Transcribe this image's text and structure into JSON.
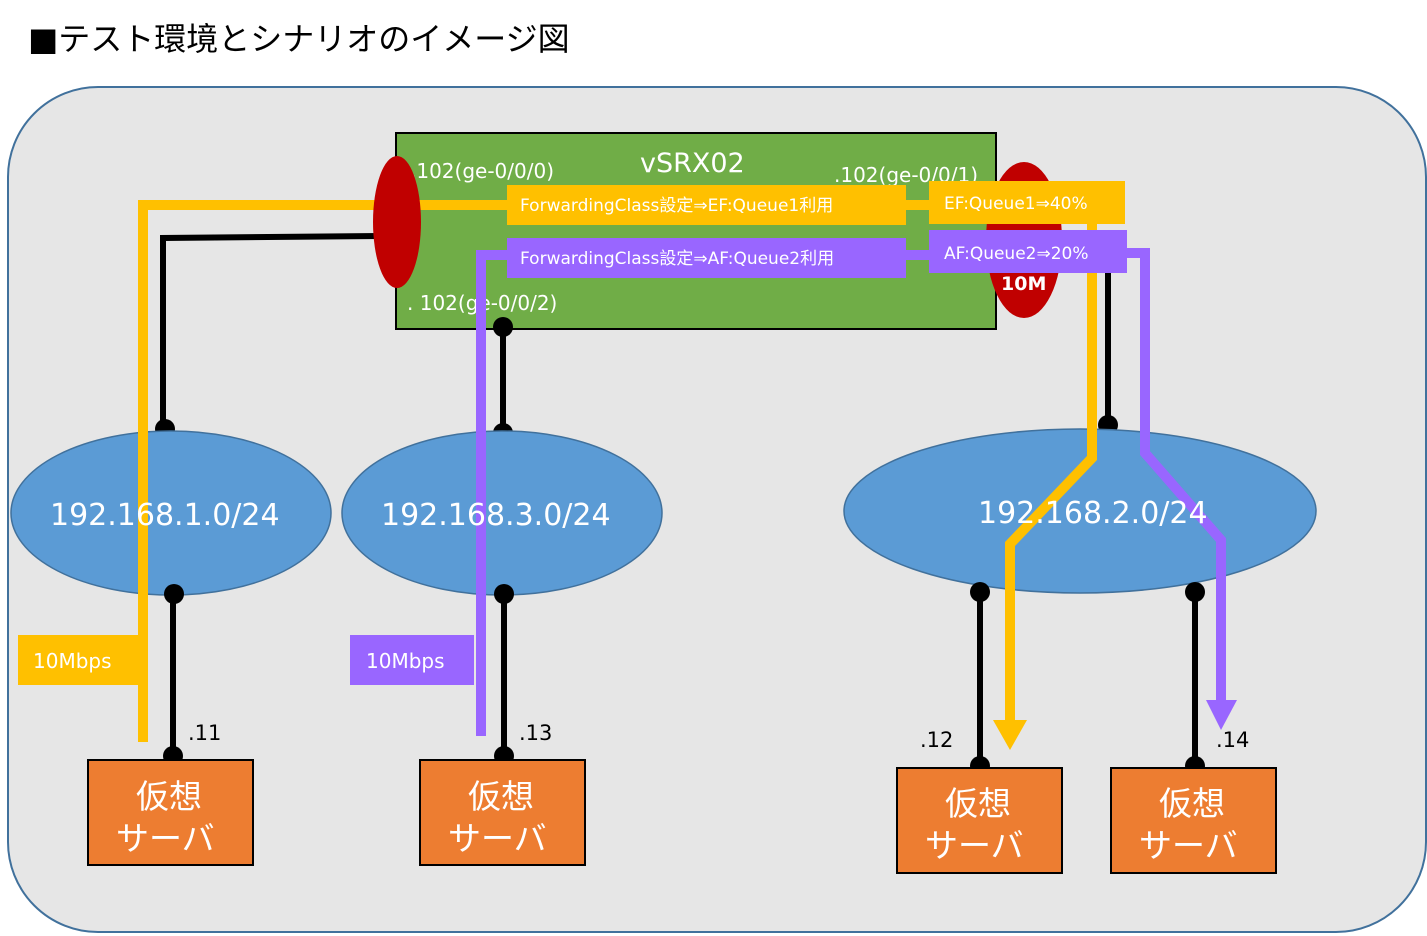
{
  "title": "■テスト環境とシナリオのイメージ図",
  "colors": {
    "background_panel": "#e6e6e6",
    "panel_border": "#41719c",
    "router_fill": "#70ad47",
    "interface_fill": "#c00000",
    "network_fill": "#5b9bd5",
    "server_fill": "#ed7d31",
    "ef_flow": "#ffc000",
    "af_flow": "#9966ff",
    "link": "#000000"
  },
  "router": {
    "name": "vSRX02",
    "interfaces": {
      "ge000": ".102(ge-0/0/0)",
      "ge001": ".102(ge-0/0/1)",
      "ge002": ". 102(ge-0/0/2)"
    },
    "egress_shaping": "10M"
  },
  "flows": {
    "ef": {
      "classifier_label": "ForwardingClass設定⇒EF:Queue1利用",
      "queue_label": "EF:Queue1⇒40%",
      "rate_label": "10Mbps"
    },
    "af": {
      "classifier_label": "ForwardingClass設定⇒AF:Queue2利用",
      "queue_label": "AF:Queue2⇒20%",
      "rate_label": "10Mbps"
    }
  },
  "networks": [
    {
      "label": "192.168.1.0/24"
    },
    {
      "label": "192.168.3.0/24"
    },
    {
      "label": "192.168.2.0/24"
    }
  ],
  "servers": [
    {
      "line1": "仮想",
      "line2": "サーバ",
      "host": ".11"
    },
    {
      "line1": "仮想",
      "line2": "サーバ",
      "host": ".13"
    },
    {
      "line1": "仮想",
      "line2": "サーバ",
      "host": ".12"
    },
    {
      "line1": "仮想",
      "line2": "サーバ",
      "host": ".14"
    }
  ]
}
